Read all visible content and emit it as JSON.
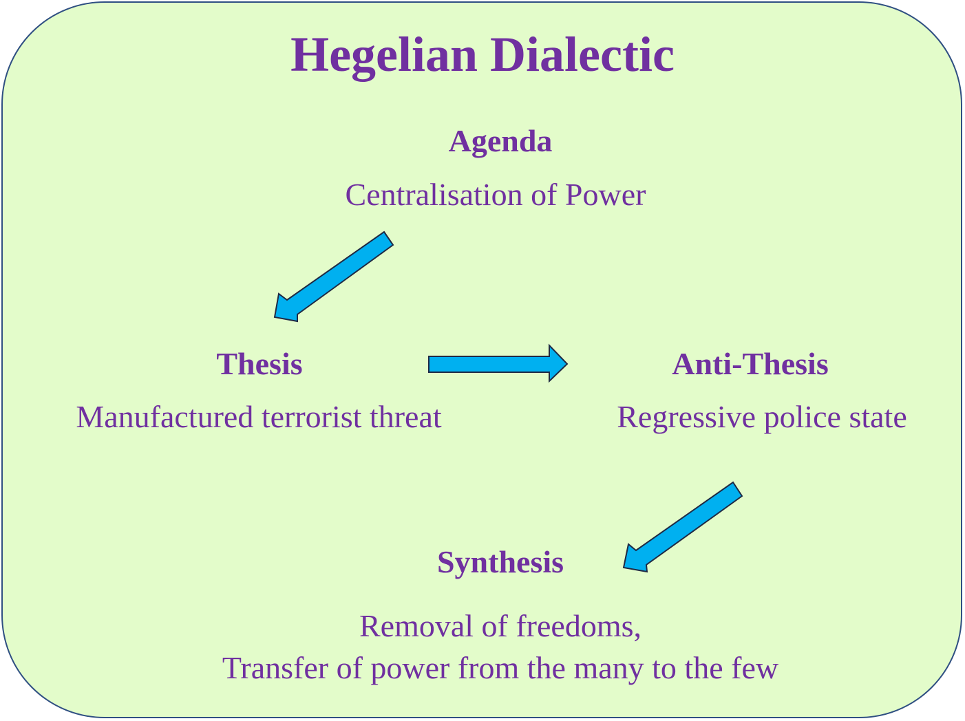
{
  "title": "Hegelian Dialectic",
  "agenda": {
    "heading": "Agenda",
    "text": "Centralisation of Power"
  },
  "thesis": {
    "heading": "Thesis",
    "text": "Manufactured terrorist threat"
  },
  "antithesis": {
    "heading": "Anti-Thesis",
    "text": "Regressive police state"
  },
  "synthesis": {
    "heading": "Synthesis",
    "lines": [
      "Removal of freedoms,",
      "Transfer of power from the many to the few"
    ]
  },
  "colors": {
    "background": "#e3fcca",
    "border": "#2f4f82",
    "text": "#7030a0",
    "arrow_fill": "#00b0f0",
    "arrow_outline": "#1f2a44"
  },
  "arrows": [
    {
      "from": "agenda",
      "to": "thesis"
    },
    {
      "from": "thesis",
      "to": "antithesis"
    },
    {
      "from": "antithesis",
      "to": "synthesis"
    }
  ]
}
